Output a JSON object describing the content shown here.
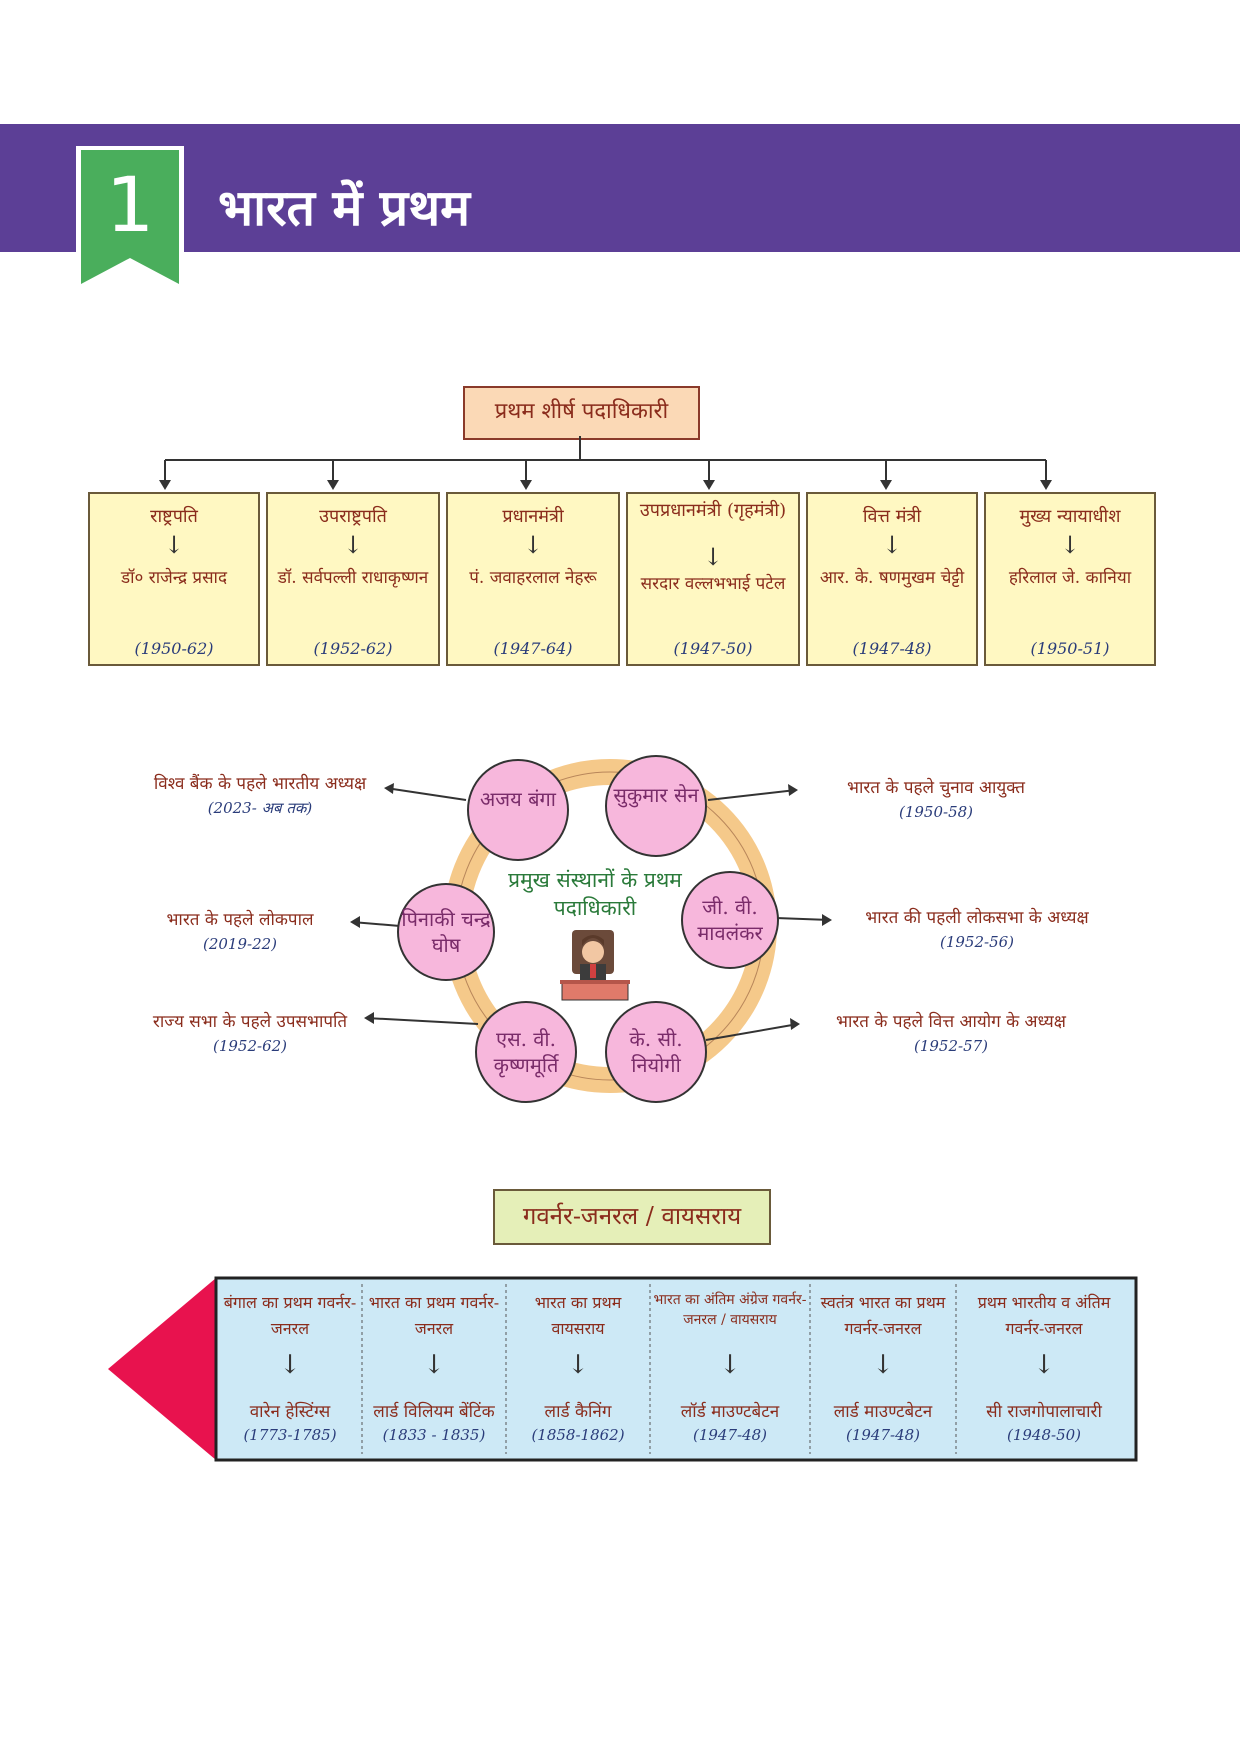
{
  "header": {
    "chapter_number": "1",
    "chapter_title": "भारत में प्रथम"
  },
  "section1": {
    "title": "प्रथम शीर्ष पदाधिकारी",
    "cards": [
      {
        "role": "राष्ट्रपति",
        "name": "डॉ० राजेन्द्र प्रसाद",
        "years": "(1950-62)"
      },
      {
        "role": "उपराष्ट्रपति",
        "name": "डॉ. सर्वपल्ली राधाकृष्णन",
        "years": "(1952-62)"
      },
      {
        "role": "प्रधानमंत्री",
        "name": "पं. जवाहरलाल नेहरू",
        "years": "(1947-64)"
      },
      {
        "role": "उपप्रधानमंत्री (गृहमंत्री)",
        "name": "सरदार वल्लभभाई पटेल",
        "years": "(1947-50)"
      },
      {
        "role": "वित्त मंत्री",
        "name": "आर. के. षणमुखम चेट्टी",
        "years": "(1947-48)"
      },
      {
        "role": "मुख्य न्यायाधीश",
        "name": "हरिलाल जे. कानिया",
        "years": "(1950-51)"
      }
    ]
  },
  "section2": {
    "center_label": "प्रमुख संस्थानों के प्रथम पदाधिकारी",
    "nodes": [
      {
        "name": "अजय बंगा",
        "desc": "विश्व बैंक के पहले भारतीय अध्यक्ष",
        "years": "(2023- अब तक)"
      },
      {
        "name": "सुकुमार सेन",
        "desc": "भारत के पहले चुनाव आयुक्त",
        "years": "(1950-58)"
      },
      {
        "name": "जी. वी. मावलंकर",
        "desc": "भारत की पहली लोकसभा के अध्यक्ष",
        "years": "(1952-56)"
      },
      {
        "name": "के. सी. नियोगी",
        "desc": "भारत के पहले वित्त आयोग के अध्यक्ष",
        "years": "(1952-57)"
      },
      {
        "name": "एस. वी. कृष्णमूर्ति",
        "desc": "राज्य सभा के पहले उपसभापति",
        "years": "(1952-62)"
      },
      {
        "name": "पिनाकी चन्द्र घोष",
        "desc": "भारत के पहले लोकपाल",
        "years": "(2019-22)"
      }
    ]
  },
  "section3": {
    "title": "गवर्नर-जनरल / वायसराय",
    "columns": [
      {
        "title": "बंगाल का प्रथम गवर्नर-जनरल",
        "name": "वारेन हेस्टिंग्स",
        "years": "(1773-1785)"
      },
      {
        "title": "भारत का प्रथम गवर्नर-जनरल",
        "name": "लार्ड विलियम बेंटिंक",
        "years": "(1833 - 1835)"
      },
      {
        "title": "भारत का प्रथम वायसराय",
        "name": "लार्ड कैनिंग",
        "years": "(1858-1862)"
      },
      {
        "title": "भारत का अंतिम अंग्रेज गवर्नर-जनरल / वायसराय",
        "name": "लॉर्ड माउण्टबेटन",
        "years": "(1947-48)"
      },
      {
        "title": "स्वतंत्र भारत का प्रथम गवर्नर-जनरल",
        "name": "लार्ड माउण्टबेटन",
        "years": "(1947-48)"
      },
      {
        "title": "प्रथम भारतीय व अंतिम गवर्नर-जनरल",
        "name": "सी राजगोपालाचारी",
        "years": "(1948-50)"
      }
    ]
  }
}
